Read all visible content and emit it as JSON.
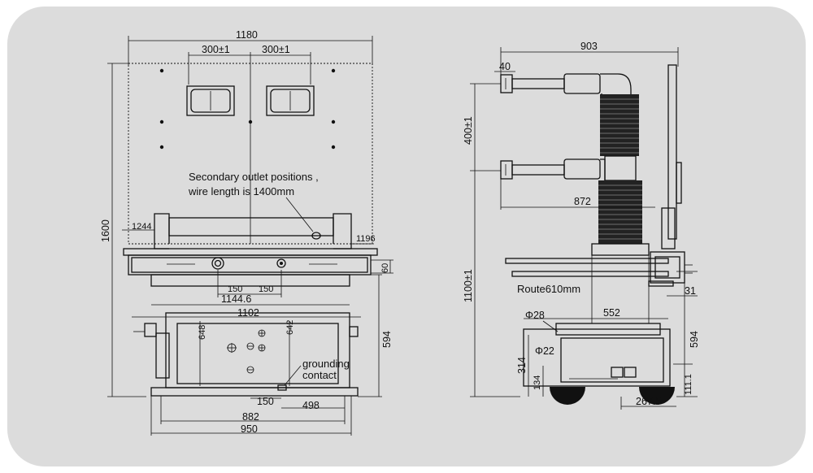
{
  "front_view": {
    "dims": {
      "width_top": "1180",
      "pitch_left": "300±1",
      "pitch_right": "300±1",
      "height_total": "1600",
      "left_offset": "1244",
      "right_offset": "1196",
      "width_1144": "1144.6",
      "width_1102": "1102",
      "spacing_left": "150",
      "spacing_right": "150",
      "height_648": "648",
      "height_642": "642",
      "height_594": "594",
      "height_60": "60",
      "dim_150_bottom": "150",
      "dim_498": "498",
      "dim_882": "882",
      "dim_950": "950"
    },
    "note_secondary_line1": "Secondary outlet positions ,",
    "note_secondary_line2": "wire length is 1400mm",
    "note_grounding_line1": "grounding",
    "note_grounding_line2": "contact"
  },
  "side_view": {
    "dims": {
      "width_903": "903",
      "dim_40": "40",
      "pitch_400": "400±1",
      "dim_872": "872",
      "height_1100": "1100±1",
      "route": "Route610mm",
      "dim_31": "31",
      "phi_28": "Φ28",
      "dim_552": "552",
      "phi_22": "Φ22",
      "dim_314": "314",
      "dim_134": "134",
      "height_594": "594",
      "dim_111": "111.1",
      "dim_267": "267.5"
    }
  }
}
